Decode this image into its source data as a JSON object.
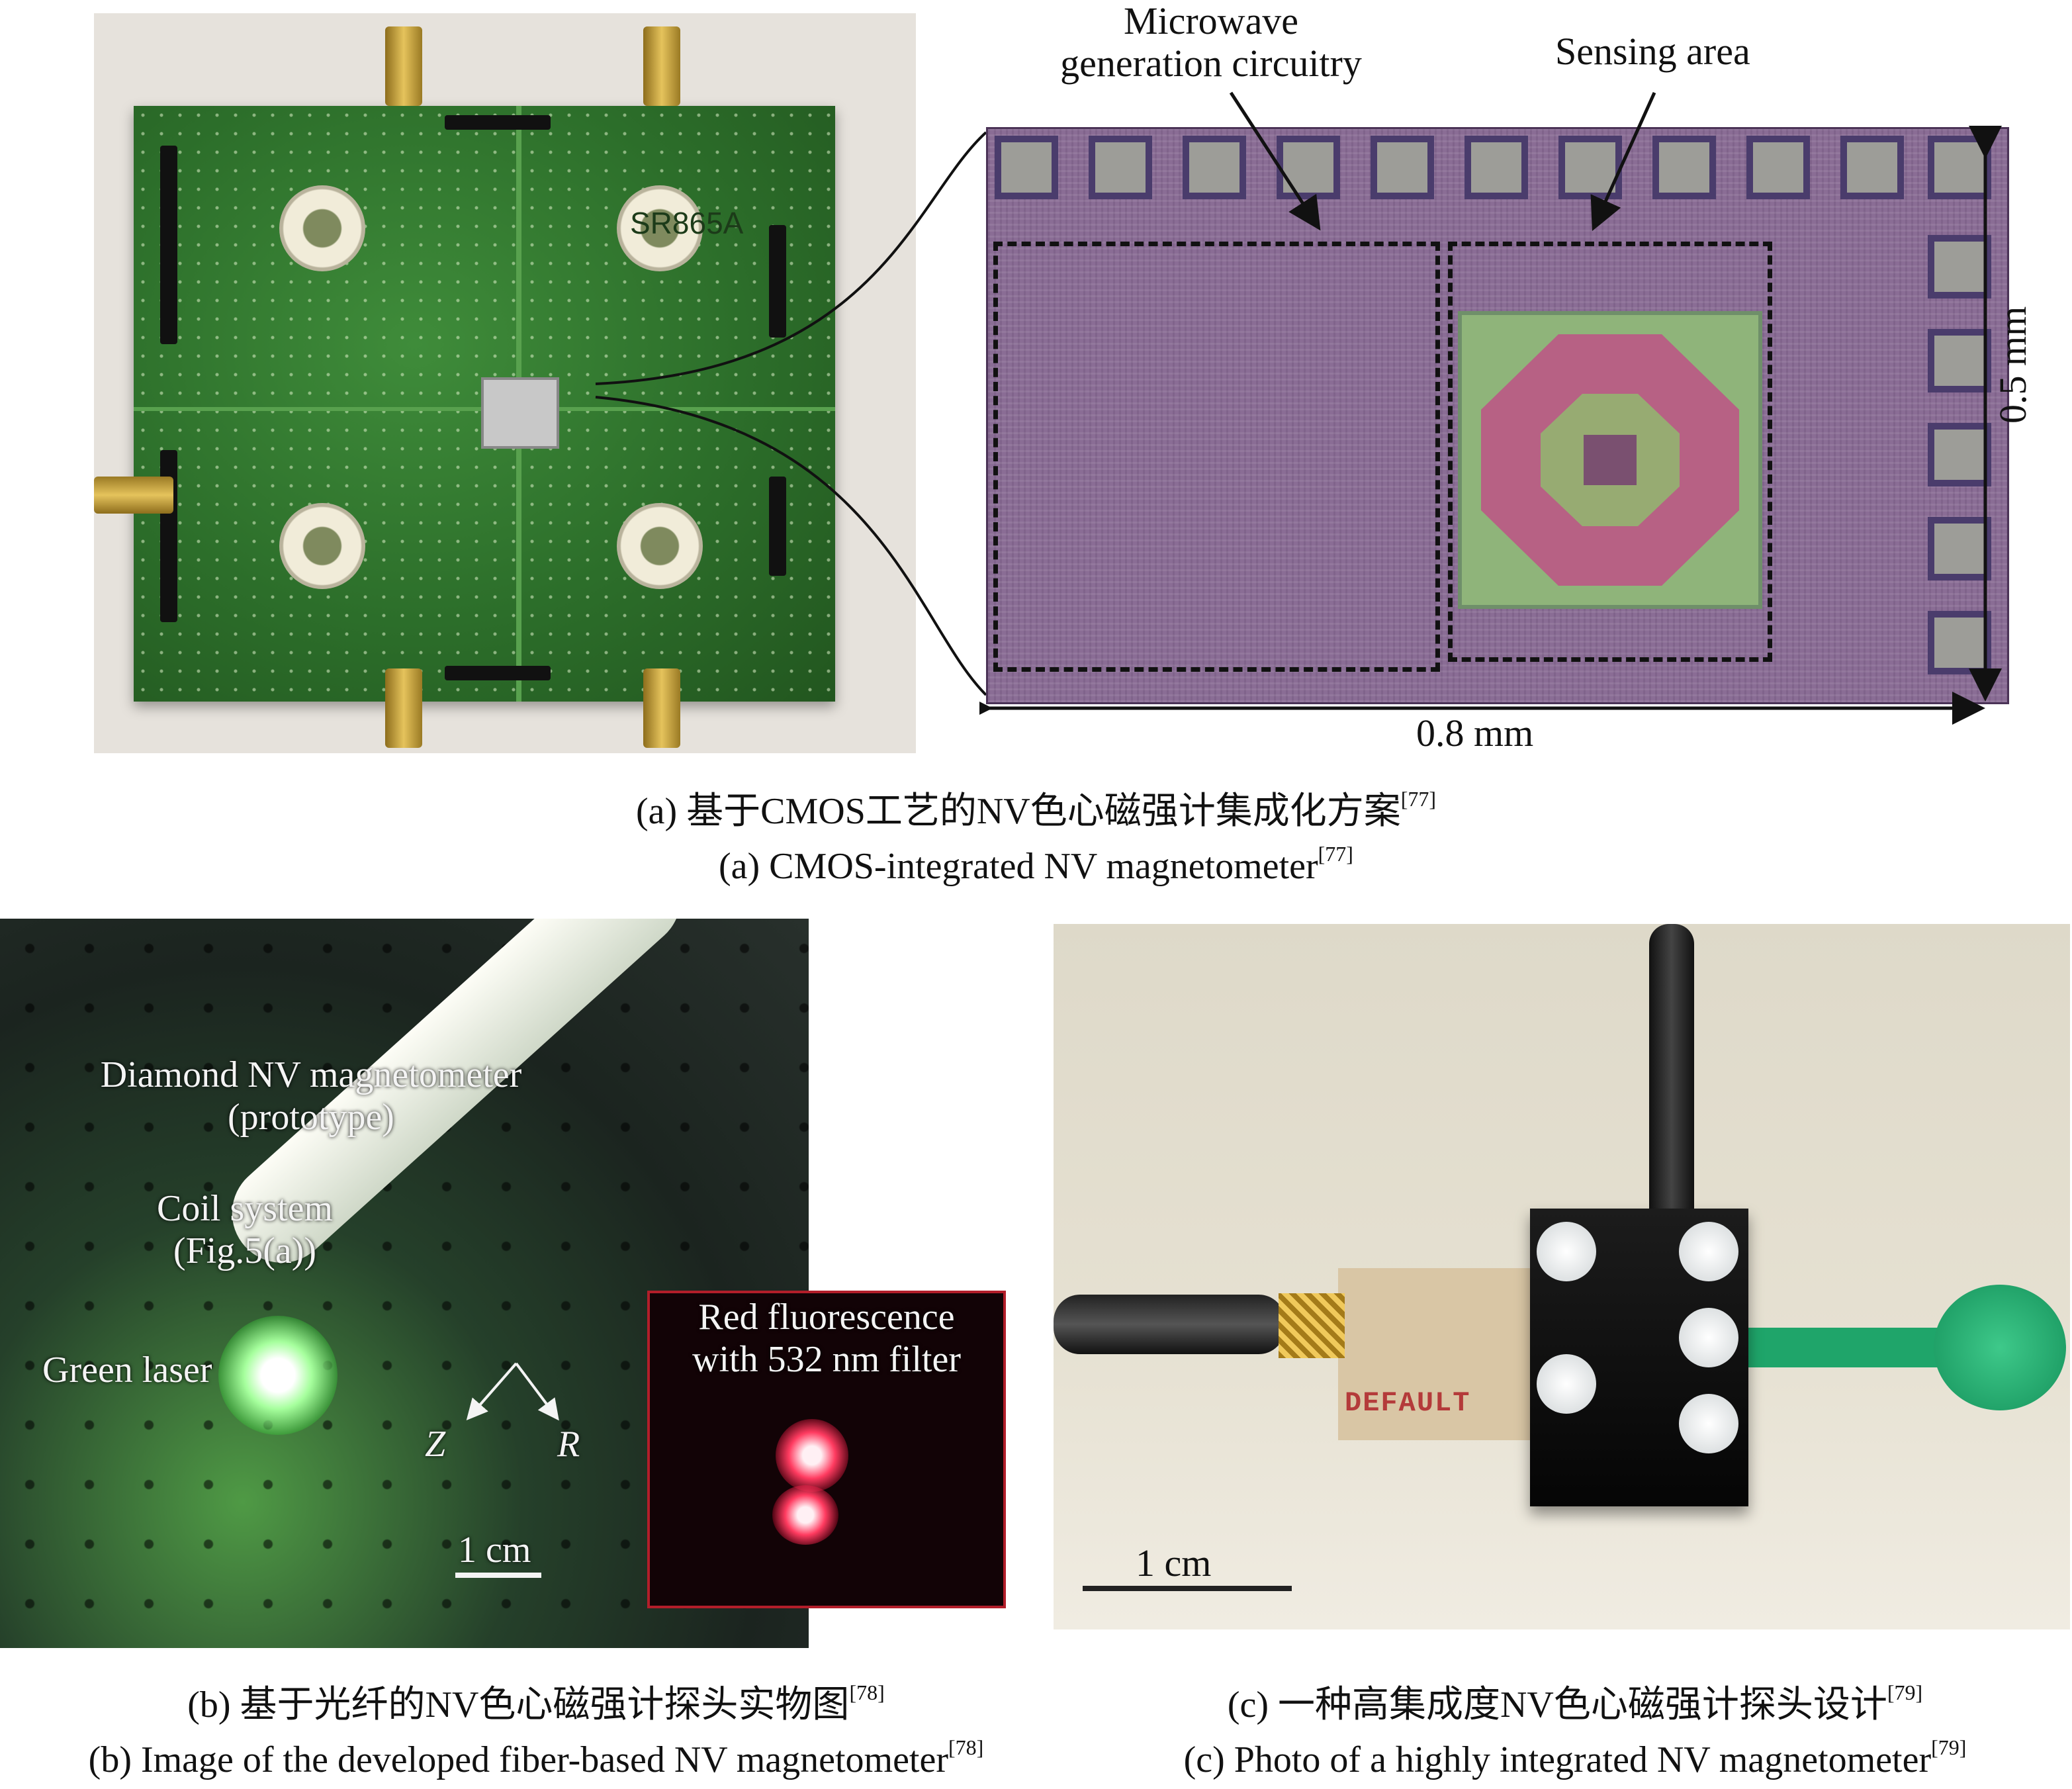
{
  "panel_a": {
    "pcb_silkscreen": "SR865A",
    "label_microwave_line1": "Microwave",
    "label_microwave_line2": "generation circuitry",
    "label_sensing": "Sensing area",
    "dim_height": "0.5 mm",
    "dim_width": "0.8 mm",
    "caption_cn": "(a) 基于CMOS工艺的NV色心磁强计集成化方案",
    "caption_cn_ref": "[77]",
    "caption_en": "(a) CMOS-integrated NV magnetometer",
    "caption_en_ref": "[77]"
  },
  "panel_b": {
    "label_device_line1": "Diamond NV magnetometer",
    "label_device_line2": "(prototype)",
    "label_coil_line1": "Coil system",
    "label_coil_line2": "(Fig.5(a))",
    "label_laser": "Green laser",
    "axis_z": "Z",
    "axis_r": "R",
    "scale": "1 cm",
    "inset_line1": "Red fluorescence",
    "inset_line2": "with 532 nm filter",
    "caption_cn": "(b) 基于光纤的NV色心磁强计探头实物图",
    "caption_cn_ref": "[78]",
    "caption_en": "(b) Image of the developed fiber-based NV magnetometer",
    "caption_en_ref": "[78]"
  },
  "panel_c": {
    "board_text": "DEFAULT",
    "scale": "1 cm",
    "caption_cn": "(c) 一种高集成度NV色心磁强计探头设计",
    "caption_cn_ref": "[79]",
    "caption_en": "(c) Photo of a highly integrated NV magnetometer",
    "caption_en_ref": "[79]"
  }
}
